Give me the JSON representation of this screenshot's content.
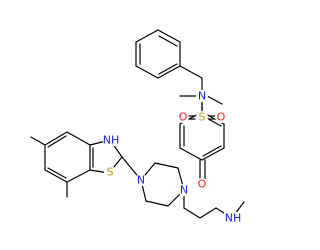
{
  "structure": {
    "atom_labels": {
      "s_thiazole": "S",
      "nh_thiazole": "NH",
      "n_piperazine_left": "N",
      "n_piperazine_right": "N",
      "nh_amide": "NH",
      "o_amide": "O",
      "s_sulfonyl": "S",
      "o_sulfonyl_left": "O",
      "o_sulfonyl_right": "O",
      "n_sulfonamide": "N"
    },
    "colors": {
      "bond": "#000000",
      "sulfur": "#b8a000",
      "nitrogen": "#1e1eff",
      "oxygen": "#ff1e1e",
      "background": "#ffffff"
    }
  }
}
